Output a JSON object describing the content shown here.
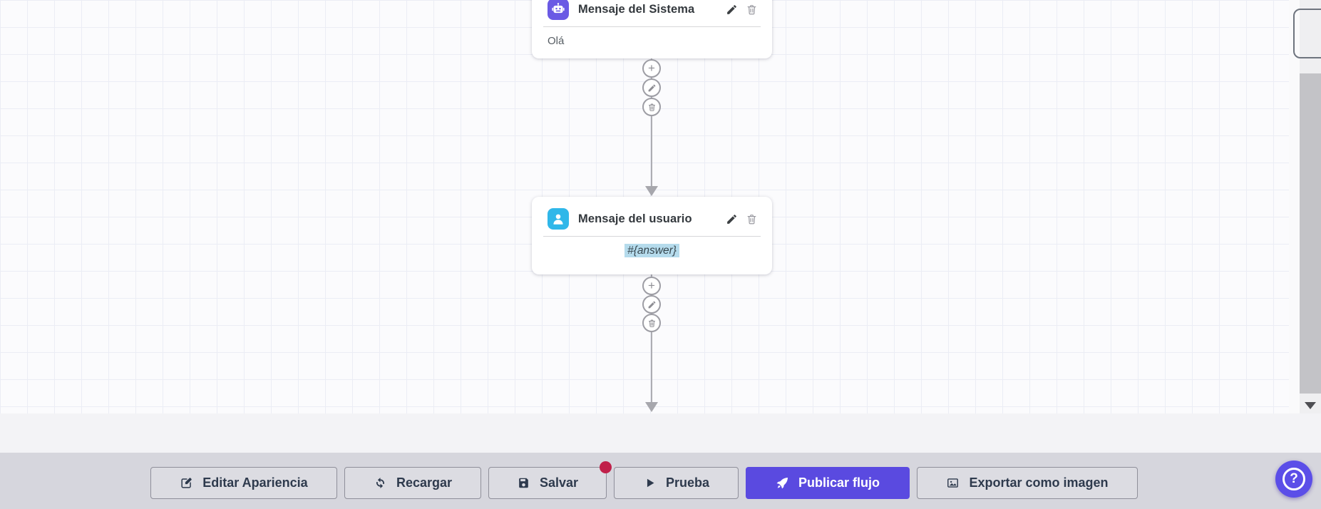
{
  "canvas": {
    "nodes": [
      {
        "id": "system-message",
        "title": "Mensaje del Sistema",
        "content": "Olá",
        "icon": "robot-icon",
        "icon_color": "#6a5ae4"
      },
      {
        "id": "user-message",
        "title": "Mensaje del usuario",
        "content": "#{answer}",
        "icon": "user-icon",
        "icon_color": "#30b7e9",
        "content_highlighted": true
      }
    ],
    "connector_actions": {
      "add": "+",
      "edit": "edit-step",
      "delete": "delete-step"
    }
  },
  "toolbar": {
    "buttons": {
      "edit_appearance": "Editar Apariencia",
      "reload": "Recargar",
      "save": "Salvar",
      "test": "Prueba",
      "publish": "Publicar flujo",
      "export_image": "Exportar como imagen"
    },
    "save_has_unsaved_badge": true
  },
  "help": {
    "label": "?"
  },
  "colors": {
    "accent_purple": "#5a4ae0",
    "help_purple": "#5b4ee8",
    "system_node_icon": "#6a5ae4",
    "user_node_icon": "#30b7e9",
    "unsaved_badge": "#c0204a",
    "variable_highlight": "#b5dbec",
    "toolbar_bg": "#d6d6dd",
    "canvas_grid": "#ebedf5"
  }
}
